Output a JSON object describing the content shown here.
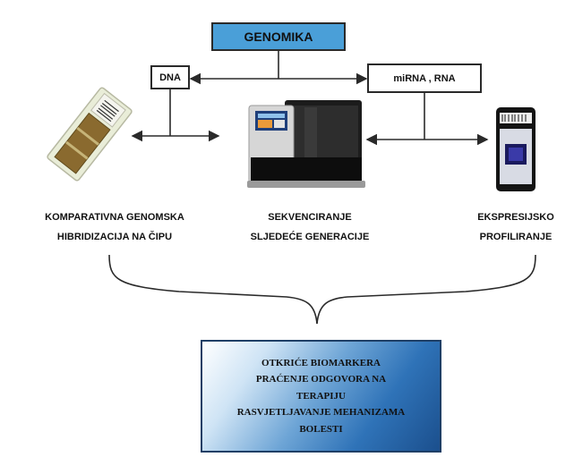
{
  "top": {
    "title": "GENOMIKA"
  },
  "branches": {
    "dna": "DNA",
    "rna": "miRNA , RNA"
  },
  "methods": {
    "left": [
      "KOMPARATIVNA GENOMSKA",
      "HIBRIDIZACIJA NA ČIPU"
    ],
    "center": [
      "SEKVENCIRANJE",
      "SLJEDEĆE GENERACIJE"
    ],
    "right": [
      "EKSPRESIJSKO",
      "PROFILIRANJE"
    ]
  },
  "outcome": [
    "OTKRIĆE BIOMARKERA",
    "PRAĆENJE ODGOVORA NA",
    "TERAPIJU",
    "RASVJETLJAVANJE MEHANIZAMA",
    "BOLESTI"
  ],
  "colors": {
    "top_box": "#4a9fd8",
    "outcome_box_dark": "#1b4f8d",
    "line": "#2a2a2a"
  },
  "icons": {
    "left": "microarray-slide-icon",
    "center": "sequencer-machine-icon",
    "right": "expression-chip-icon"
  }
}
